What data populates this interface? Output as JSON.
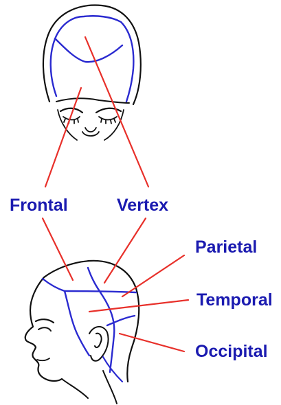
{
  "labels": {
    "frontal": "Frontal",
    "vertex": "Vertex",
    "parietal": "Parietal",
    "temporal": "Temporal",
    "occipital": "Occipital"
  },
  "colors": {
    "label_text": "#1a1ab0",
    "leader_line": "#e8302a",
    "region_outline": "#2a2ad0",
    "sketch": "#111111"
  },
  "icons": {
    "top_view": "head-top-view-illustration",
    "side_view": "head-side-view-illustration"
  }
}
